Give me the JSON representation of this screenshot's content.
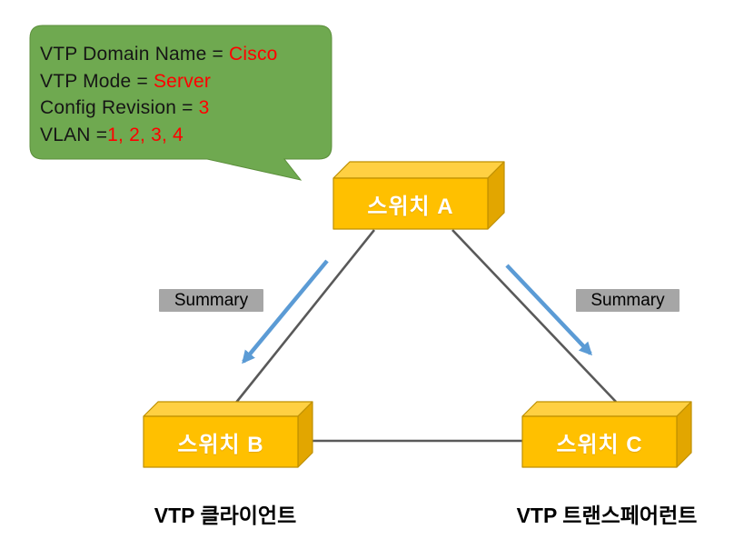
{
  "callout": {
    "lines": [
      {
        "label": "VTP Domain Name = ",
        "value": "Cisco"
      },
      {
        "label": "VTP Mode = ",
        "value": "Server"
      },
      {
        "label": "Config Revision = ",
        "value": "3"
      },
      {
        "label": "VLAN =",
        "value": "1, 2, 3, 4"
      }
    ]
  },
  "switches": {
    "a": {
      "label": "스위치 A"
    },
    "b": {
      "label": "스위치 B",
      "caption": "VTP 클라이언트"
    },
    "c": {
      "label": "스위치 C",
      "caption": "VTP 트랜스페어런트"
    }
  },
  "arrows": {
    "left_label": "Summary",
    "right_label": "Summary"
  },
  "colors": {
    "callout_fill": "#6FA950",
    "callout_stroke": "#5C8F3C",
    "callout_value_text": "#FF0000",
    "switch_front": "#FFC000",
    "switch_top": "#FFD042",
    "switch_side": "#E2A600",
    "switch_stroke": "#BF9000",
    "connector_line": "#595959",
    "arrow_blue": "#5B9BD5",
    "summary_label_bg": "#A6A6A6"
  }
}
